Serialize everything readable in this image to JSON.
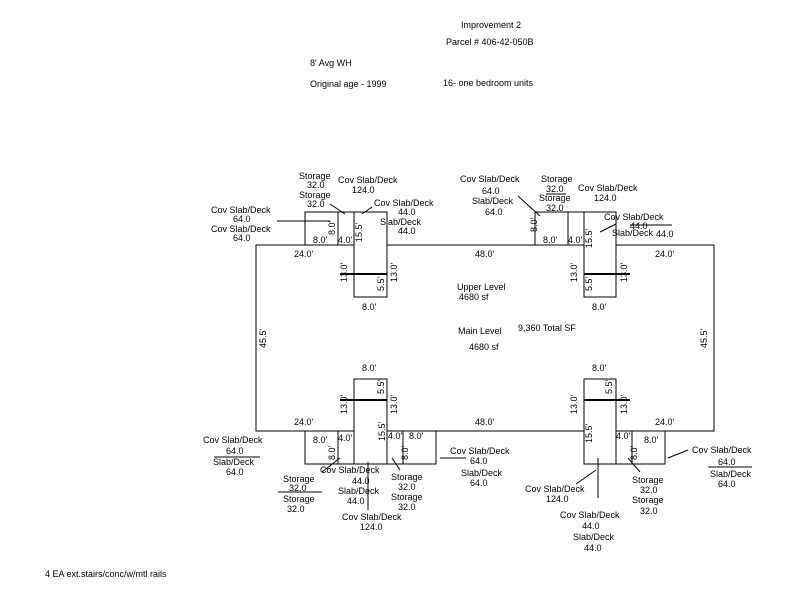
{
  "header": {
    "title": "Improvement 2",
    "parcel": "Parcel # 406-42-050B",
    "wall_height": "8' Avg WH",
    "original_age": "Original age - 1999",
    "units": "16- one bedroom units"
  },
  "main_building": {
    "upper_label": "Upper Level",
    "upper_sf": "4680 sf",
    "main_label": "Main Level",
    "main_sf": "4680 sf",
    "total_sf": "9,360 Total SF",
    "left_height": "45.5'",
    "right_height": "45.5'",
    "top_left_width": "24.0'",
    "top_mid_width": "48.0'",
    "top_right_width": "24.0'",
    "bottom_left_width": "24.0'",
    "bottom_mid_width": "48.0'",
    "bottom_right_width": "24.0'"
  },
  "dims": {
    "w8": "8.0'",
    "w4": "4.0'",
    "d8": "8.0'",
    "d15": "15.5'",
    "d13": "13.0'",
    "d5": "5.5'"
  },
  "labels": {
    "storage": "Storage",
    "storage_sf": "32.0",
    "cov_slab_deck": "Cov Slab/Deck",
    "slab_deck": "Slab/Deck",
    "sf_64": "64.0",
    "sf_44": "44.0",
    "sf_124": "124.0"
  },
  "footer": {
    "note": "4 EA ext.stairs/conc/w/mtl rails"
  }
}
